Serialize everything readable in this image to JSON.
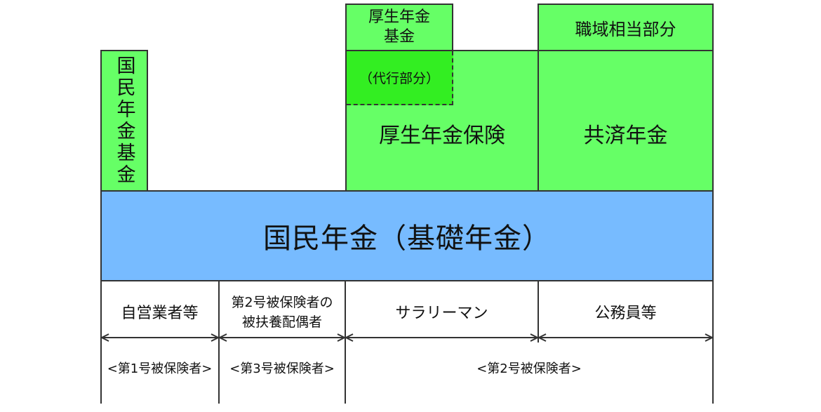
{
  "colors": {
    "upper_tier_green": "#66ff66",
    "substitute_portion_green": "#33ee22",
    "base_tier_blue": "#77bbff",
    "border": "#333333",
    "text": "#111111"
  },
  "upper_tier": {
    "national_pension_fund": "国民年金基金",
    "employee_pension_fund": [
      "厚生年金",
      "基金"
    ],
    "occupational_portion": "職域相当部分",
    "substitute_portion": "（代行部分）",
    "employee_pension_insurance": "厚生年金保険",
    "mutual_aid_pension": "共済年金"
  },
  "base_tier": {
    "label": "国民年金（基礎年金）"
  },
  "groups": [
    {
      "lines": [
        "自営業者等"
      ]
    },
    {
      "lines": [
        "第2号被保険者の",
        "被扶養配偶者"
      ]
    },
    {
      "lines": [
        "サラリーマン"
      ]
    },
    {
      "lines": [
        "公務員等"
      ]
    }
  ],
  "insured_categories": [
    "<第1号被保険者>",
    "<第3号被保険者>",
    "<第2号被保険者>"
  ]
}
